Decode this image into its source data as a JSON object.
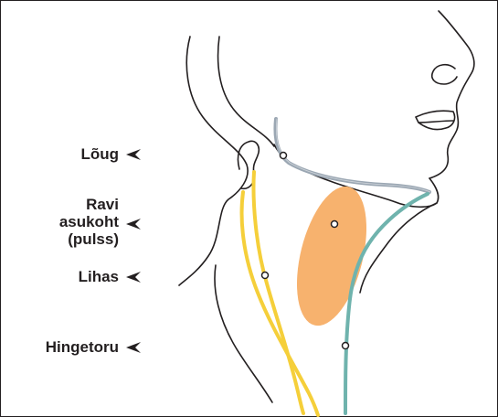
{
  "labels": {
    "larynx": "Lõug",
    "carotid_line1": "Ravi",
    "carotid_line2": "asukoht",
    "carotid_line3": "(pulss)",
    "muscle": "Lihas",
    "trachea": "Hingetoru"
  },
  "colors": {
    "outline": "#231f20",
    "larynx_line": "#9ba7b3",
    "carotid_area": "#f7b26e",
    "muscle_line": "#f5cf3a",
    "trachea_line": "#6fb3ad"
  },
  "icons": {
    "pointer": "left-arrowhead-icon",
    "marker": "circle-marker-icon"
  }
}
